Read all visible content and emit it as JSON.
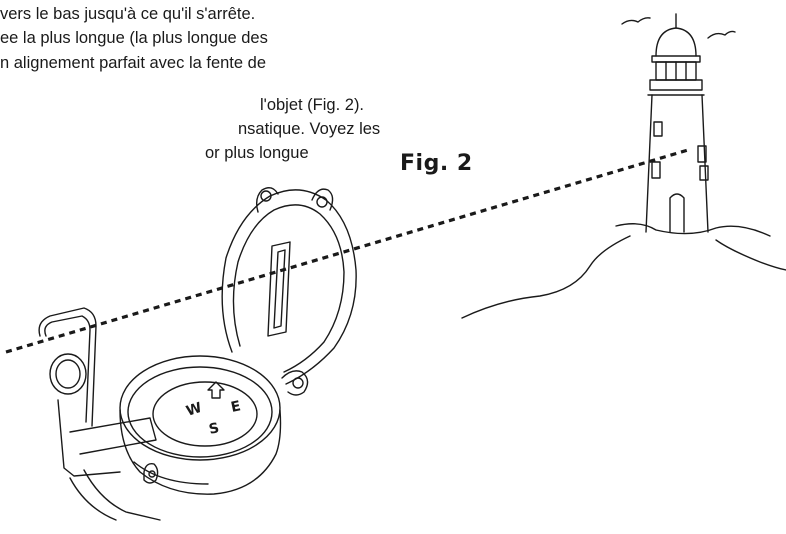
{
  "text": {
    "paragraph1": [
      "vers le bas jusqu'à ce qu'il s'arrête.",
      "ee la plus longue (la plus longue des",
      "n alignement parfait avec la fente de"
    ],
    "paragraph2": [
      "l'objet (Fig. 2).",
      "nsatique. Voyez les",
      "or plus longue"
    ]
  },
  "figure": {
    "label": "Fig. 2"
  },
  "compass": {
    "directions": {
      "west": "W",
      "south": "S",
      "east": "E"
    }
  },
  "colors": {
    "ink": "#1a1a1a",
    "background": "#ffffff"
  }
}
